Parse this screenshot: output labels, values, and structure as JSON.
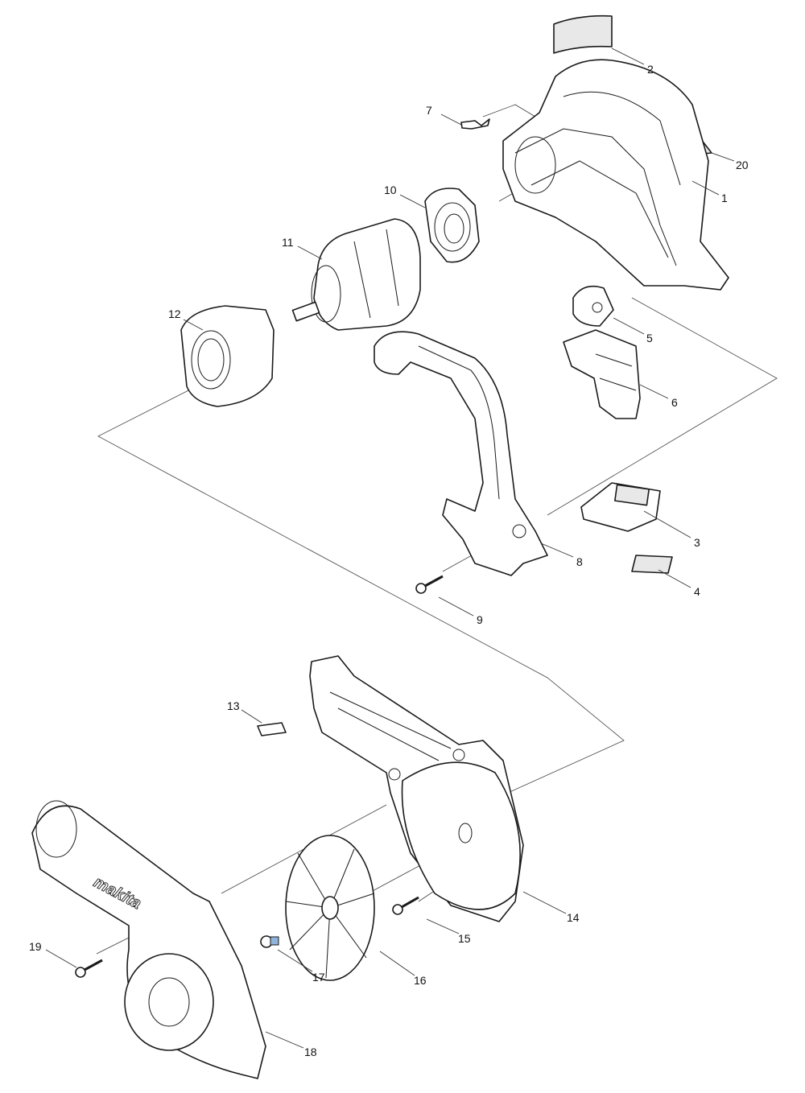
{
  "diagram": {
    "type": "exploded-parts-view",
    "parts": [
      {
        "id": "1",
        "label": "1"
      },
      {
        "id": "2",
        "label": "2"
      },
      {
        "id": "3",
        "label": "3"
      },
      {
        "id": "4",
        "label": "4"
      },
      {
        "id": "5",
        "label": "5"
      },
      {
        "id": "6",
        "label": "6"
      },
      {
        "id": "7",
        "label": "7"
      },
      {
        "id": "8",
        "label": "8"
      },
      {
        "id": "9",
        "label": "9"
      },
      {
        "id": "10",
        "label": "10"
      },
      {
        "id": "11",
        "label": "11"
      },
      {
        "id": "12",
        "label": "12"
      },
      {
        "id": "13",
        "label": "13"
      },
      {
        "id": "14",
        "label": "14"
      },
      {
        "id": "15",
        "label": "15"
      },
      {
        "id": "16",
        "label": "16"
      },
      {
        "id": "17",
        "label": "17"
      },
      {
        "id": "18",
        "label": "18"
      },
      {
        "id": "19",
        "label": "19"
      },
      {
        "id": "20",
        "label": "20"
      }
    ],
    "brand_logo_text": "makita"
  }
}
